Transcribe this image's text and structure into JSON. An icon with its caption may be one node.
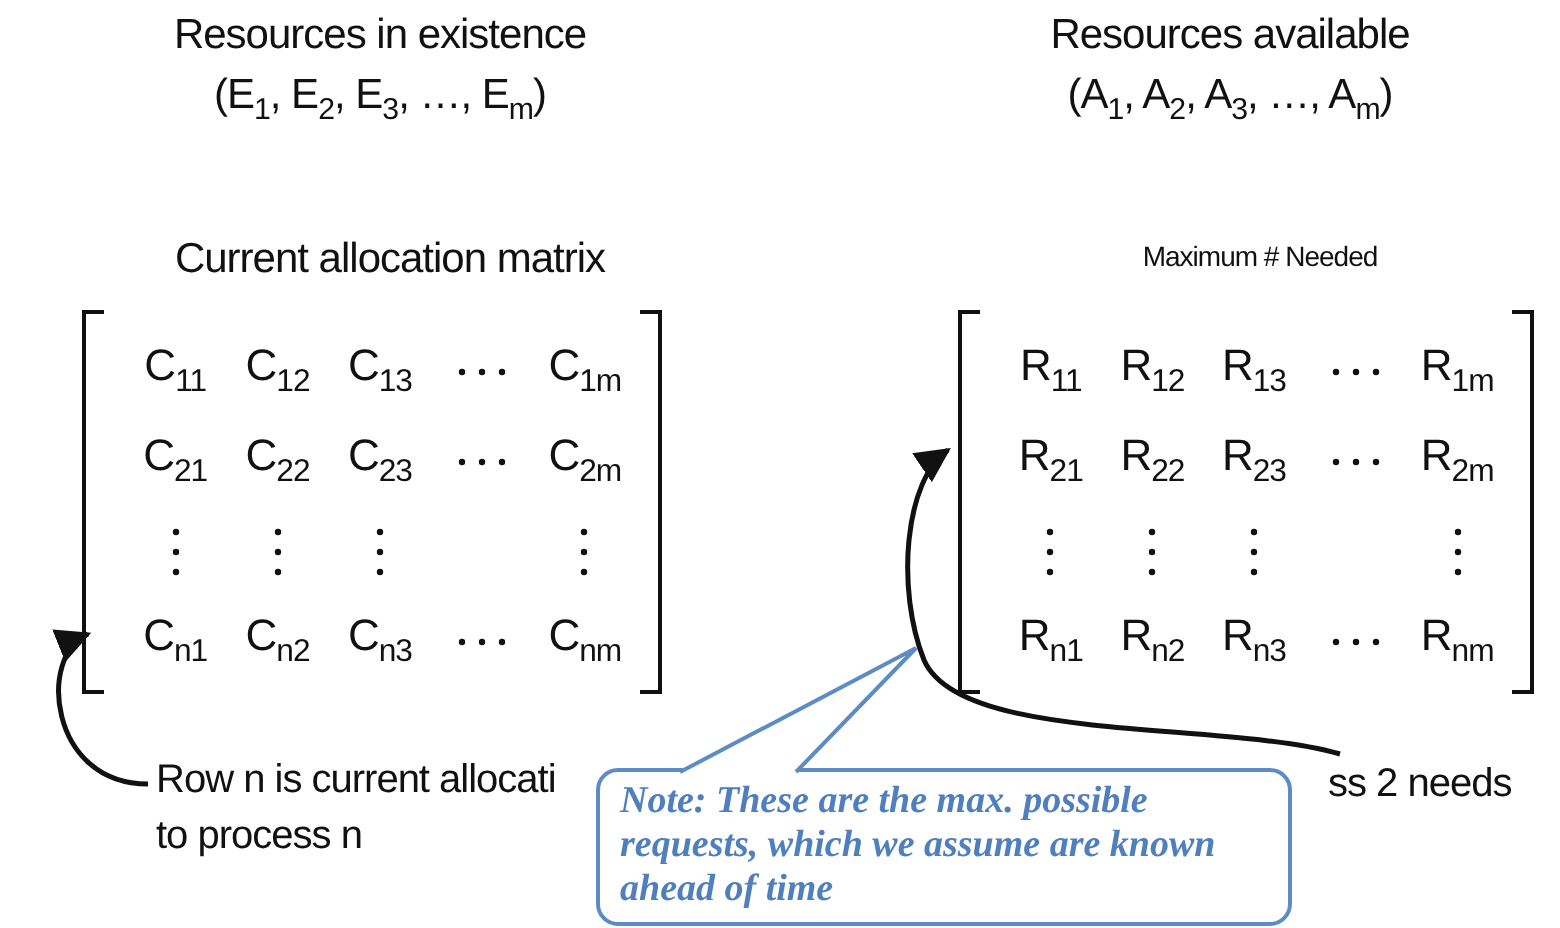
{
  "diagram": {
    "nodes": [
      {
        "text": [
          "Row n is current allocati to process n"
        ]
      },
      {
        "text": [
          "C$_{11}$",
          "C$_{12}$",
          "C$_{13}$",
          "C$_{1m}$",
          "C$_{21}$",
          "C$_{22}$",
          "C$_{23}$",
          "C$_{2m}$",
          "C$_{n1}$",
          "C$_{n2}$",
          "C$_{n3}$",
          "C$_{nm}$"
        ]
      },
      {
        "text": [
          "R$_{11}$",
          "R$_{12}$",
          "R$_{13}$",
          "R$_{1m}$",
          "R$_{21}$",
          "R$_{22}$",
          "R$_{23}$",
          "R$_{2m}$",
          "R$_{n1}$",
          "R$_{n2}$",
          "R$_{n3}$",
          "R$_{nm}$"
        ]
      },
      {
        "text": [
          "ss 2 needs"
        ]
      },
      {
        "text": [
          "Note: These are the max. possible requests, which we assume are known ahead of time"
        ]
      }
    ],
    "edges": [
      {
        "from": 0,
        "to": 1,
        "arrow": "to"
      },
      {
        "from": 3,
        "to": 2,
        "arrow": "to"
      }
    ],
    "labels": [
      "Resources in existence",
      "(E$_{1}$, E$_{2}$, E$_{3}$, …, E$_{m}$)",
      "Resources available",
      "(A$_{1}$, A$_{2}$, A$_{3}$, …, A$_{m}$)",
      "Current allocation matrix",
      "Maximum # Needed"
    ]
  }
}
